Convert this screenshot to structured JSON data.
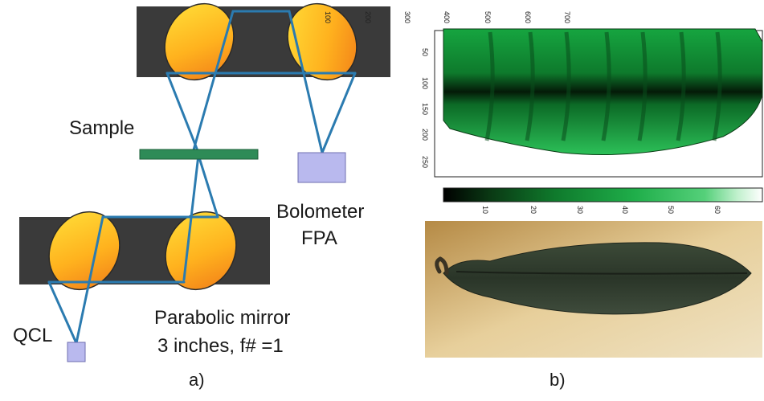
{
  "diagram": {
    "labels": {
      "sample": "Sample",
      "bolometer_line1": "Bolometer",
      "bolometer_line2": "FPA",
      "qcl": "QCL",
      "mirror_line1": "Parabolic mirror",
      "mirror_line2": "3 inches, f# =1"
    },
    "caption": "a)"
  },
  "image_panel": {
    "caption": "b)",
    "top_axis_ticks": [
      "700",
      "600",
      "500",
      "400",
      "300",
      "200",
      "100"
    ],
    "left_axis_ticks": [
      "50",
      "100",
      "150",
      "200",
      "250"
    ],
    "colorbar_ticks": [
      "10",
      "20",
      "30",
      "40",
      "50",
      "60"
    ]
  },
  "colors": {
    "beam": "#2b7bb0",
    "mirror_block": "#3a3a3a",
    "sample": "#2e8b57",
    "device": "#b9b9ee",
    "heatmap_green": "#22b24c"
  }
}
